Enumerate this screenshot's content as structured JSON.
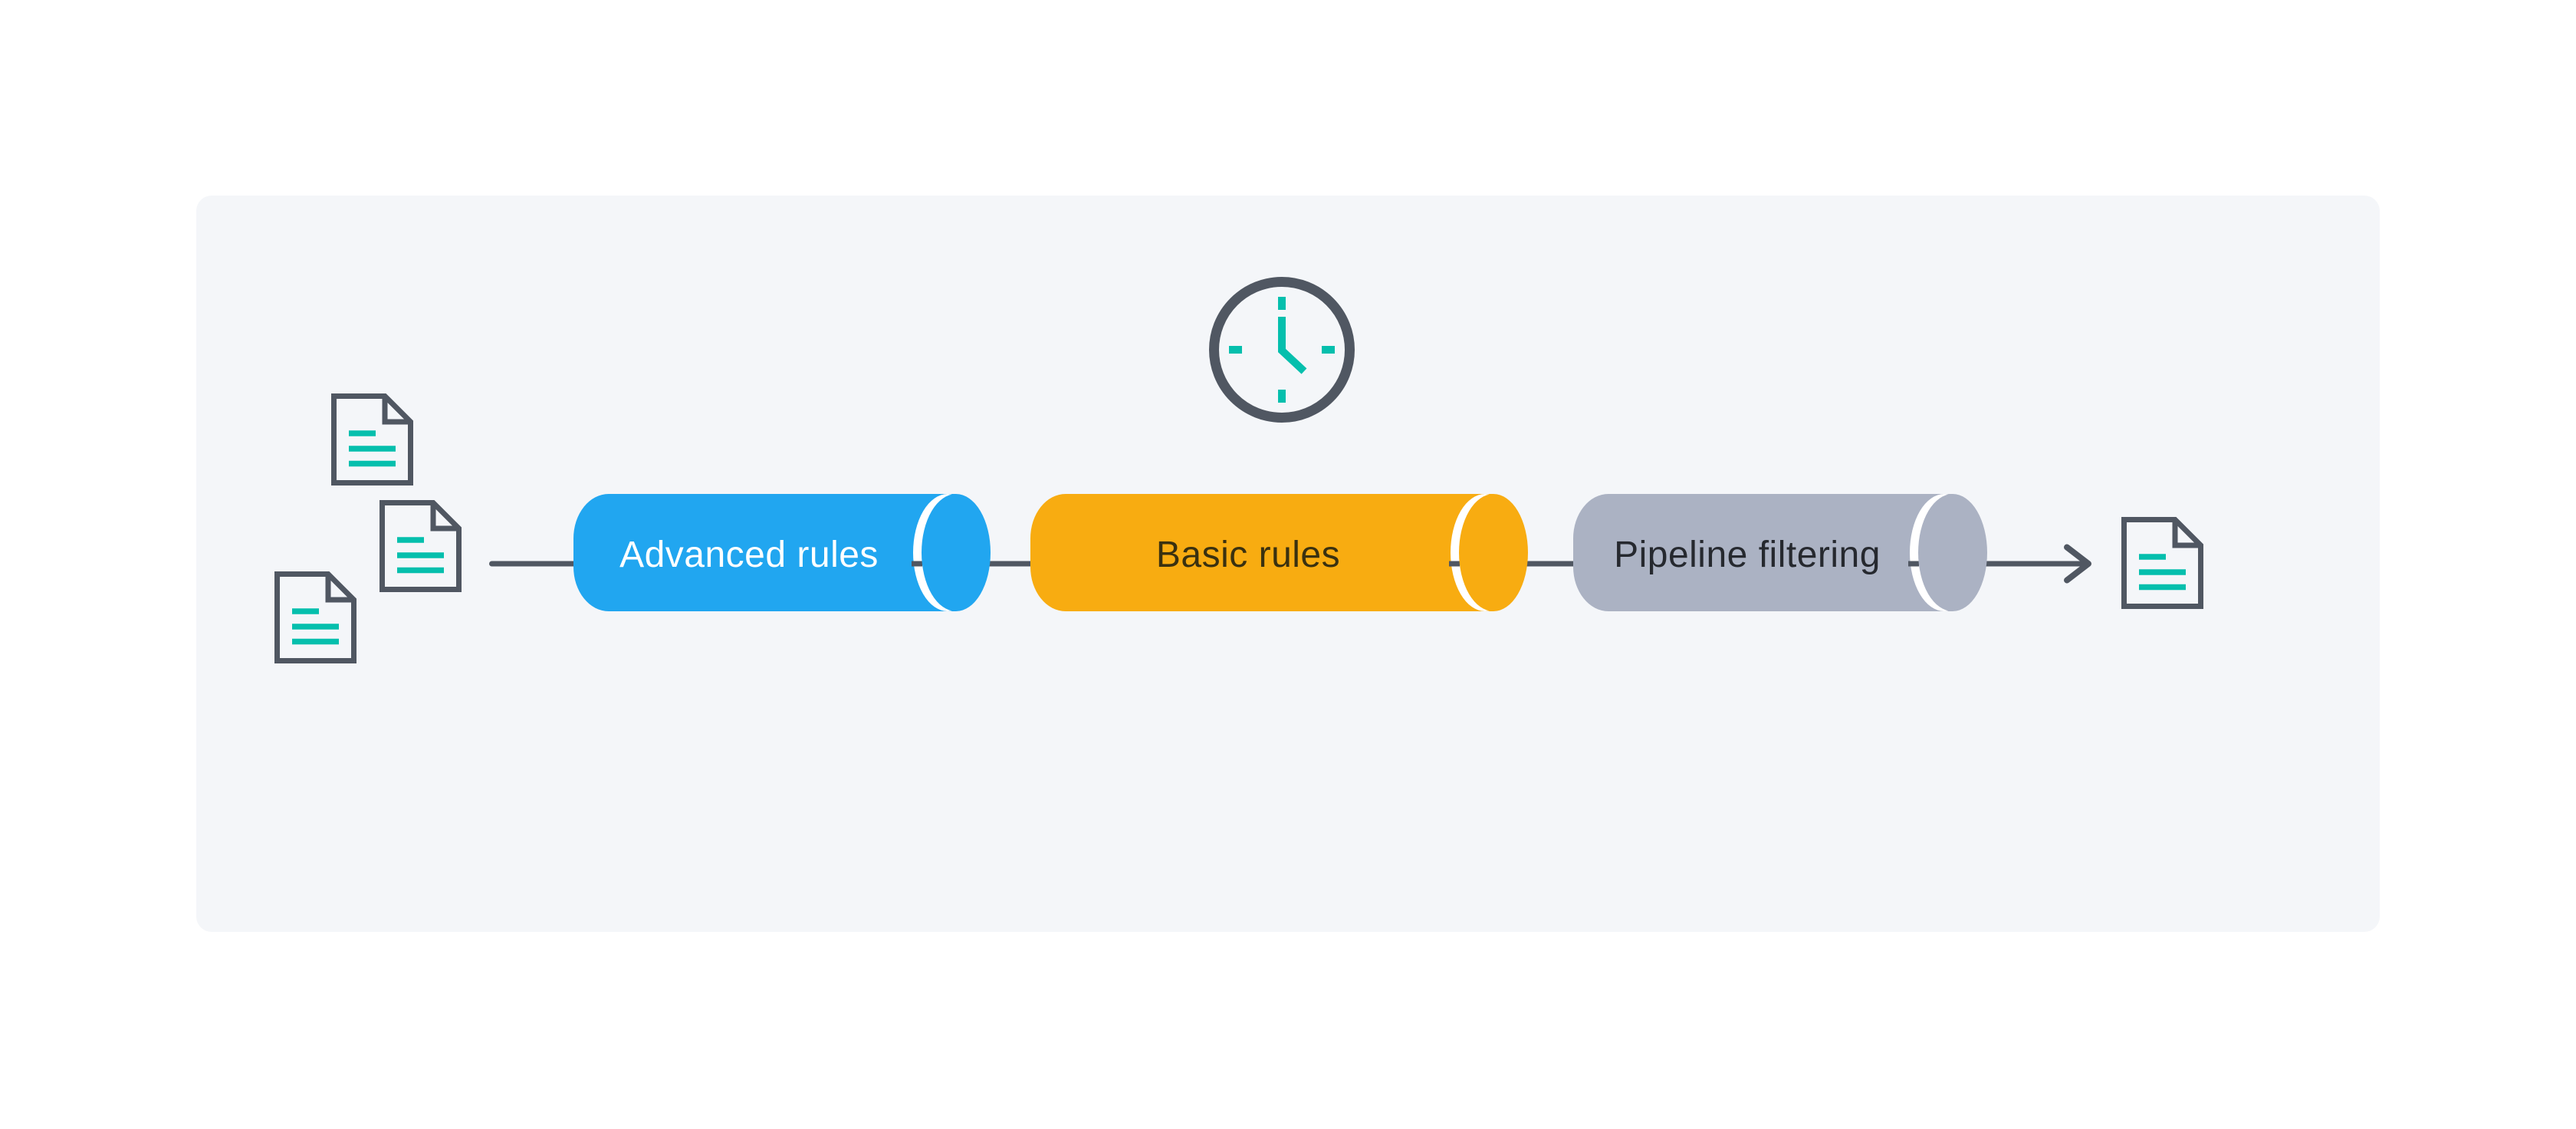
{
  "diagram": {
    "title": "",
    "stages": [
      {
        "id": "advanced-rules",
        "label": "Advanced rules",
        "color": "#21A6F0",
        "text_color": "#FFFFFF"
      },
      {
        "id": "basic-rules",
        "label": "Basic rules",
        "color": "#F8AC11",
        "text_color": "#3A3110"
      },
      {
        "id": "pipeline-filtering",
        "label": "Pipeline filtering",
        "color": "#ABB2C3",
        "text_color": "#26292F"
      }
    ],
    "icons": {
      "clock": "clock-icon",
      "input_documents": [
        "document-icon",
        "document-icon",
        "document-icon"
      ],
      "output_document": "document-icon",
      "arrow": "arrow-right-icon"
    },
    "colors": {
      "page_background": "#FFFFFF",
      "panel_background": "#F4F6F9",
      "line": "#505762",
      "accent_teal": "#05BFAD",
      "gap_stroke": "#FFFFFF"
    }
  }
}
